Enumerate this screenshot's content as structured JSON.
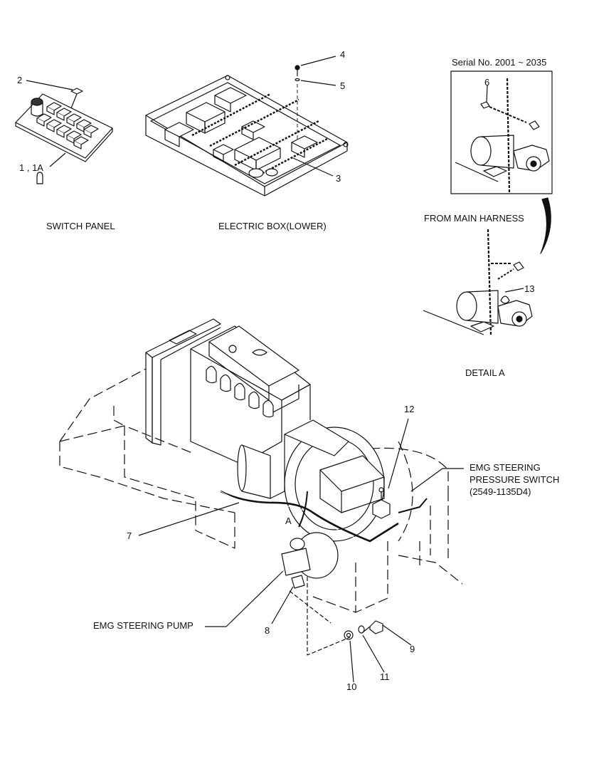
{
  "section_labels": {
    "switch_panel": "SWITCH PANEL",
    "electric_box": "ELECTRIC BOX(LOWER)",
    "from_main_harness": "FROM MAIN HARNESS",
    "detail_a": "DETAIL  A",
    "serial": "Serial No. 2001 ~ 2035",
    "emg_steering_pump": "EMG STEERING PUMP",
    "pressure_switch_line1": "EMG STEERING",
    "pressure_switch_line2": "PRESSURE SWITCH",
    "pressure_switch_line3": "(2549-1135D4)",
    "detail_ref": "A"
  },
  "callouts": {
    "c1": "1 , 1A",
    "c2": "2",
    "c3": "3",
    "c4": "4",
    "c5": "5",
    "c6": "6",
    "c7": "7",
    "c8": "8",
    "c9": "9",
    "c10": "10",
    "c11": "11",
    "c12": "12",
    "c13": "13"
  }
}
